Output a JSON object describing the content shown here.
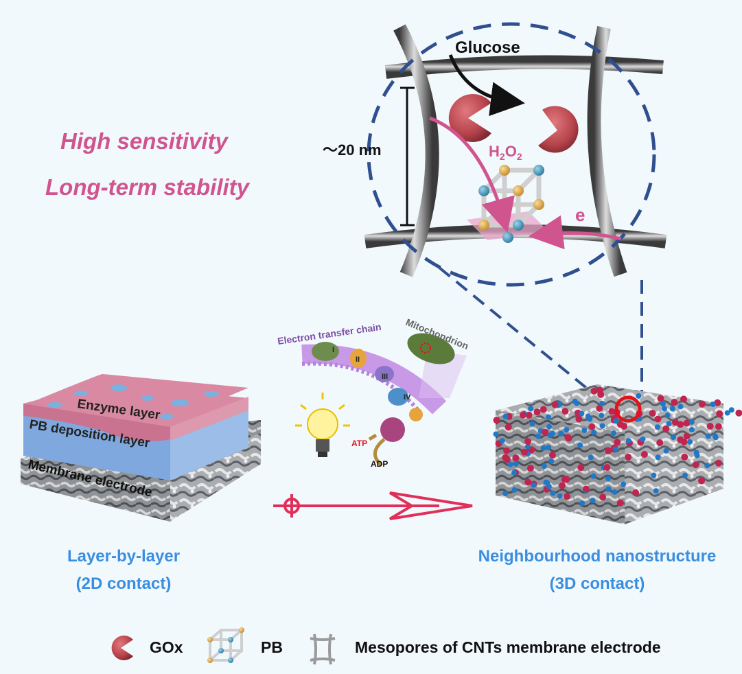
{
  "headline": {
    "line1": "High sensitivity",
    "line2": "Long-term stability"
  },
  "zoom_circle": {
    "glucose": "Glucose",
    "h2o2_main": "H",
    "h2o2_sub1": "2",
    "h2o2_mid": "O",
    "h2o2_sub2": "2",
    "electron": "e",
    "scale": "～20 nm"
  },
  "mito_inset": {
    "chain_label": "Electron transfer chain",
    "mito_label": "Mitochondrion",
    "complexes": [
      "I",
      "II",
      "III",
      "IV"
    ],
    "atp": "ATP",
    "adp": "ADP"
  },
  "left_block": {
    "enzyme_layer": "Enzyme layer",
    "pb_layer": "PB deposition layer",
    "membrane": "Membrane electrode",
    "caption_line1": "Layer-by-layer",
    "caption_line2": "(2D contact)"
  },
  "right_block": {
    "caption_line1": "Neighbourhood nanostructure",
    "caption_line2": "(3D contact)"
  },
  "legend": {
    "gox": "GOx",
    "pb": "PB",
    "mesopores": "Mesopores of CNTs membrane electrode"
  },
  "colors": {
    "headline": "#d0548e",
    "caption_blue": "#3a8ee0",
    "dashed_circle": "#2f4f8f",
    "arrow_red": "#e0305a",
    "enzyme_pink": "#d98aa2",
    "pb_blue": "#7fa9de",
    "gox_red": "#b5424a",
    "pb_gold": "#d8a24a",
    "pb_teal": "#3d8fb3"
  }
}
